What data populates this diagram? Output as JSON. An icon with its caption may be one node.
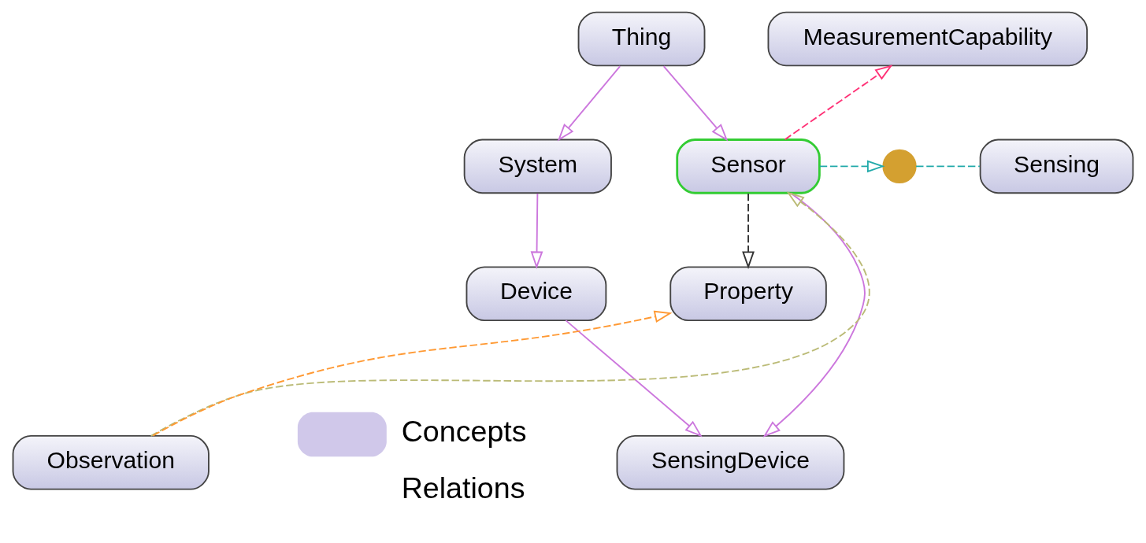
{
  "diagram": {
    "nodes": [
      {
        "text": [
          "Thing"
        ]
      },
      {
        "text": [
          "MeasurementCapability"
        ]
      },
      {
        "text": [
          "Sensing"
        ]
      },
      {
        "text": [
          "System"
        ]
      },
      {
        "text": [
          "Sensor"
        ]
      },
      {
        "text": [],
        "shape": "circle"
      },
      {
        "text": [
          "Property"
        ]
      },
      {
        "text": [
          "Device"
        ]
      },
      {
        "text": [
          "SensingDevice"
        ]
      },
      {
        "text": [
          "Observation"
        ]
      }
    ],
    "edges": [
      {
        "from": 0,
        "to": 3,
        "arrow": "to"
      },
      {
        "from": 0,
        "to": 4,
        "arrow": "to"
      },
      {
        "from": 4,
        "to": 1,
        "arrow": "to",
        "style": "dashed",
        "color": "#ff3377"
      },
      {
        "from": 4,
        "to": 5,
        "arrow": "to",
        "style": "dashed",
        "color": "#22aaaa"
      },
      {
        "from": 5,
        "to": 2,
        "arrow": "none",
        "style": "dashed",
        "color": "#22aaaa"
      },
      {
        "from": 3,
        "to": 7,
        "arrow": "to"
      },
      {
        "from": 4,
        "to": 8,
        "arrow": "to"
      },
      {
        "from": 4,
        "to": 6,
        "arrow": "to",
        "style": "dashed",
        "color": "#333333"
      },
      {
        "from": 9,
        "to": 4,
        "arrow": "to",
        "style": "dashed",
        "color": "#bbbb77"
      },
      {
        "from": 7,
        "to": 8,
        "arrow": "to"
      },
      {
        "from": 9,
        "to": 6,
        "arrow": "to",
        "style": "dashed",
        "color": "#ff9933"
      }
    ],
    "legend": [
      {
        "text": "Concepts",
        "color": "#d0c8ea"
      },
      {
        "text": "Relations"
      }
    ]
  }
}
